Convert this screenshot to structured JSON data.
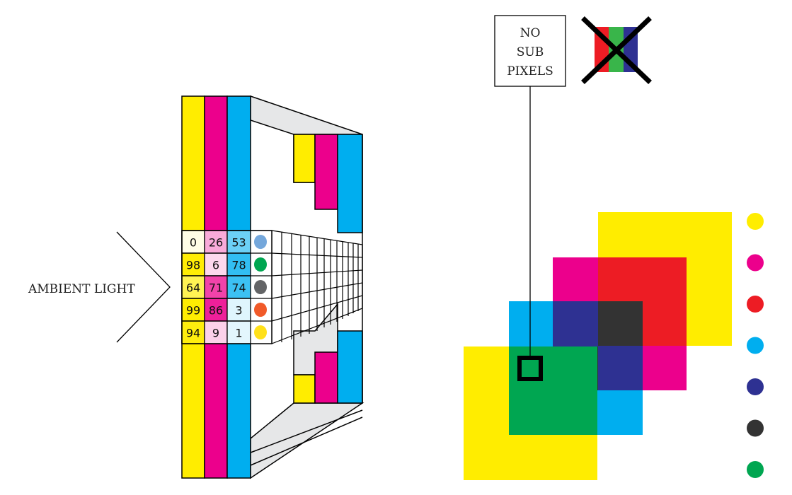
{
  "ambient_label": "AMBIENT LIGHT",
  "no_sub_pixels": {
    "line1": "NO",
    "line2": "SUB",
    "line3": "PIXELS"
  },
  "colors": {
    "yellow": "#FFED00",
    "magenta": "#EC008C",
    "cyan": "#00AEEF",
    "red": "#ED1C24",
    "blue": "#2E3192",
    "black": "#333333",
    "green": "#00A651",
    "grey": "#E6E7E8",
    "light_blue": "#74A7DB",
    "dark_grey": "#636466",
    "orange": "#F15A29",
    "gold": "#FFE01A"
  },
  "value_grid": {
    "rows": [
      {
        "values": [
          "0",
          "26",
          "53"
        ],
        "dot": "light_blue"
      },
      {
        "values": [
          "98",
          "6",
          "78"
        ],
        "dot": "green"
      },
      {
        "values": [
          "64",
          "71",
          "74"
        ],
        "dot": "dark_grey"
      },
      {
        "values": [
          "99",
          "86",
          "3"
        ],
        "dot": "orange"
      },
      {
        "values": [
          "94",
          "9",
          "1"
        ],
        "dot": "gold"
      }
    ]
  },
  "legend_dots": [
    "yellow",
    "magenta",
    "red",
    "cyan",
    "blue",
    "black",
    "green"
  ]
}
